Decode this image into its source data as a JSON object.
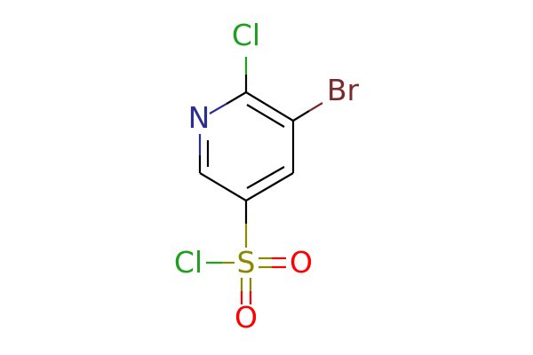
{
  "atoms": {
    "cl_top": {
      "text": "Cl",
      "color": "#1f9f1f"
    },
    "br": {
      "text": "Br",
      "color": "#7a2a2a"
    },
    "n": {
      "text": "N",
      "color": "#2d2d8f"
    },
    "cl_left": {
      "text": "Cl",
      "color": "#1f9f1f"
    },
    "s": {
      "text": "S",
      "color": "#8a8a00"
    },
    "o_right": {
      "text": "O",
      "color": "#ff0000"
    },
    "o_bottom": {
      "text": "O",
      "color": "#ff0000"
    }
  },
  "colors": {
    "bond": "#000000"
  }
}
